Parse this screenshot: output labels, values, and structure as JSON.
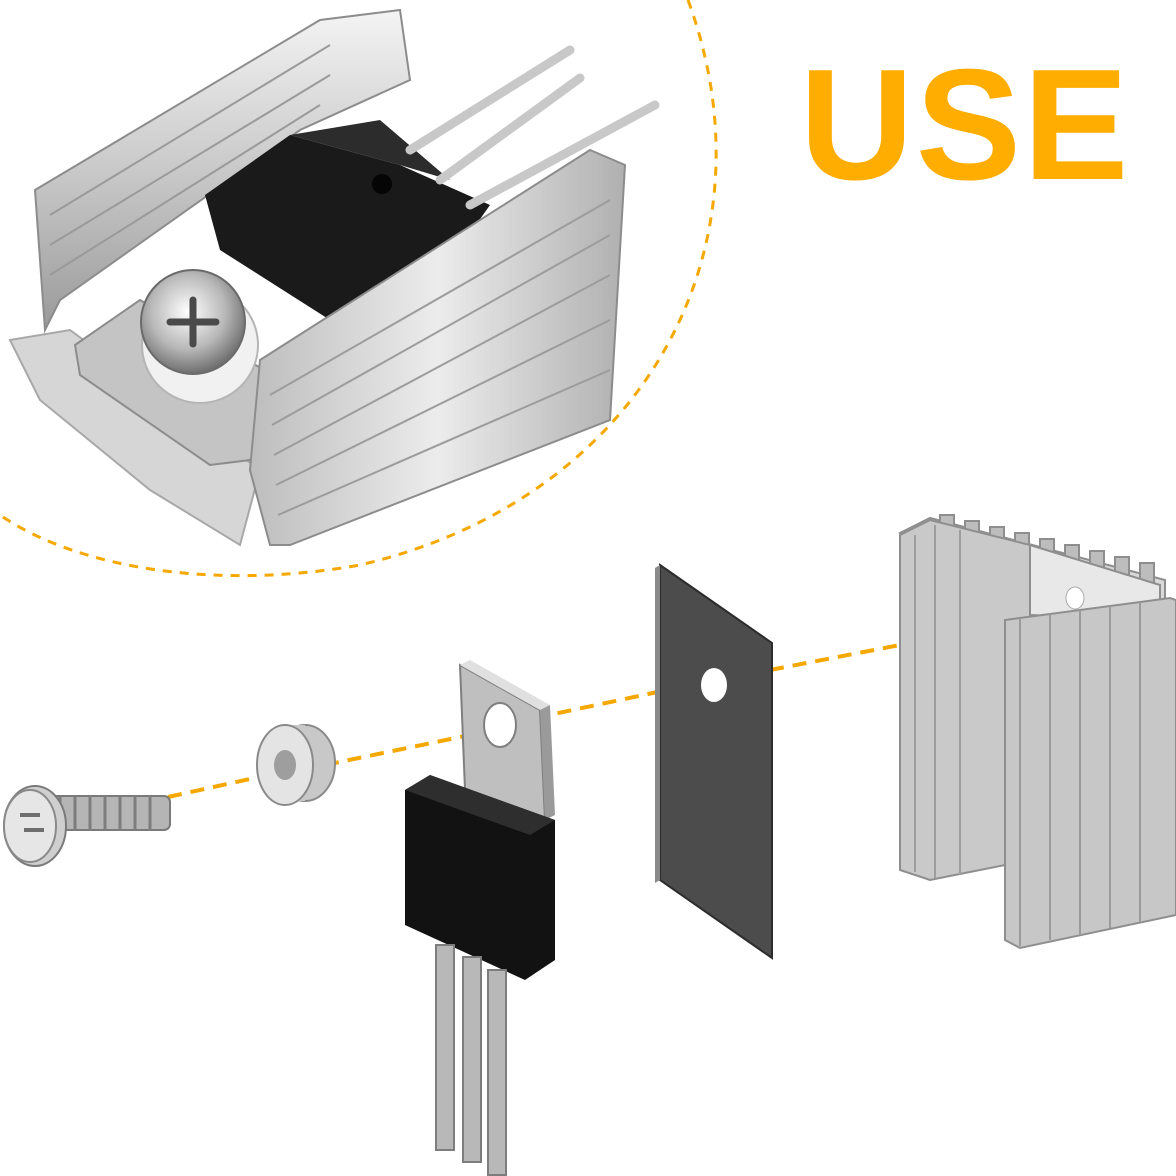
{
  "headline": {
    "text": "USE",
    "color": "#FFAD00"
  },
  "palette": {
    "guide_line": "#F5A800",
    "aluminum_light": "#E2E2E2",
    "aluminum_mid": "#BDBDBD",
    "aluminum_dark": "#8E8E8E",
    "component_body": "#141414",
    "insulator_pad": "#4A4A4A",
    "washer": "#DCDCDC"
  },
  "parts": [
    {
      "name": "screw",
      "icon": "screw-icon"
    },
    {
      "name": "insulating-washer",
      "icon": "washer-icon"
    },
    {
      "name": "to220-transistor",
      "icon": "transistor-icon"
    },
    {
      "name": "thermal-pad",
      "icon": "insulator-pad-icon"
    },
    {
      "name": "heatsink",
      "icon": "heatsink-icon"
    }
  ]
}
